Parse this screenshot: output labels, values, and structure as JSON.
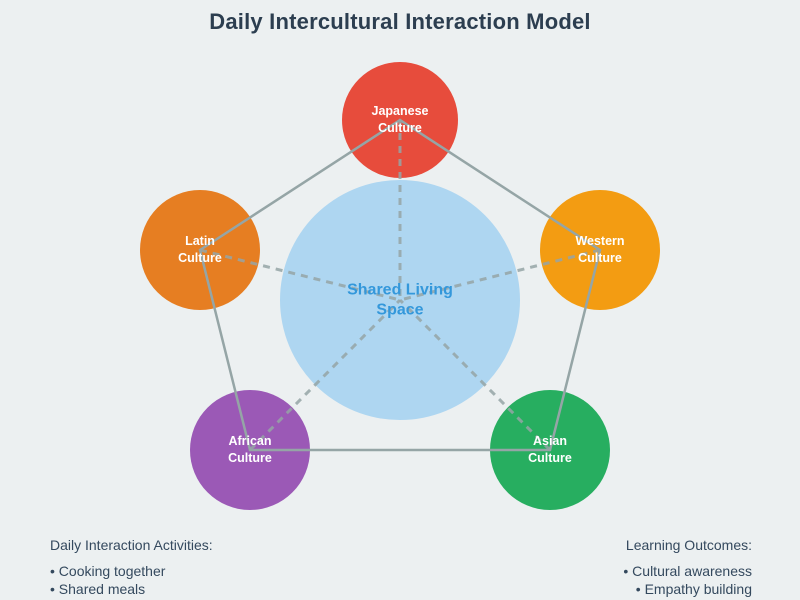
{
  "title": "Daily Intercultural Interaction Model",
  "palette": {
    "background": "#ECF0F1",
    "title_color": "#2C3E50",
    "note_color": "#34495E"
  },
  "diagram": {
    "link_color": "#95A5A6",
    "spoke_color": "#95A5A6",
    "label_color": "#FFFFFF",
    "center": {
      "line1": "Shared Living",
      "line2": "Space",
      "fill": "#AED6F1",
      "text_color": "#3498DB"
    },
    "nodes": {
      "japanese": {
        "line1": "Japanese",
        "line2": "Culture",
        "color": "#E74C3C"
      },
      "western": {
        "line1": "Western",
        "line2": "Culture",
        "color": "#F39C12"
      },
      "asian": {
        "line1": "Asian",
        "line2": "Culture",
        "color": "#27AE60"
      },
      "african": {
        "line1": "African",
        "line2": "Culture",
        "color": "#9B59B6"
      },
      "latin": {
        "line1": "Latin",
        "line2": "Culture",
        "color": "#E67E22"
      }
    }
  },
  "activities": {
    "heading": "Daily Interaction Activities:",
    "items": [
      "• Cooking together",
      "• Shared meals"
    ]
  },
  "outcomes": {
    "heading": "Learning Outcomes:",
    "items": [
      "• Cultural awareness",
      "• Empathy building"
    ]
  }
}
